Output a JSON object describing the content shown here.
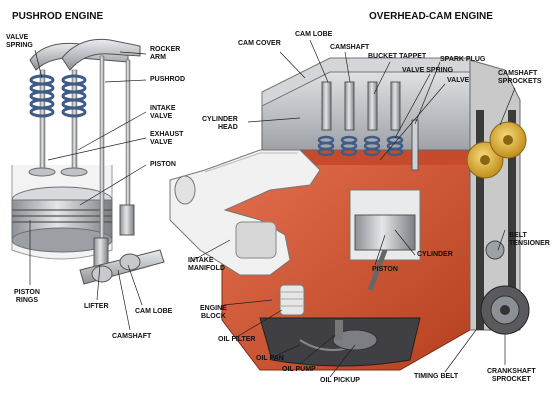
{
  "titles": {
    "left": "PUSHROD ENGINE",
    "right": "OVERHEAD-CAM ENGINE"
  },
  "pushrod_labels": {
    "valve_spring": "VALVE\nSPRING",
    "rocker_arm": "ROCKER\nARM",
    "pushrod": "PUSHROD",
    "intake_valve": "INTAKE\nVALVE",
    "exhaust_valve": "EXHAUST\nVALVE",
    "piston": "PISTON",
    "piston_rings": "PISTON\nRINGS",
    "lifter": "LIFTER",
    "cam_lobe": "CAM LOBE",
    "camshaft": "CAMSHAFT"
  },
  "ohc_labels": {
    "cam_cover": "CAM COVER",
    "cam_lobe": "CAM LOBE",
    "camshaft": "CAMSHAFT",
    "bucket_tappet": "BUCKET TAPPET",
    "spark_plug": "SPARK PLUG",
    "valve_spring": "VALVE SPRING",
    "valve": "VALVE",
    "camshaft_sprockets": "CAMSHAFT\nSPROCKETS",
    "cylinder_head": "CYLINDER\nHEAD",
    "cylinder": "CYLINDER",
    "belt_tensioner": "BELT\nTENSIONER",
    "intake_manifold": "INTAKE\nMANIFOLD",
    "piston": "PISTON",
    "engine_block": "ENGINE\nBLOCK",
    "oil_filter": "OIL FILTER",
    "oil_pan": "OIL PAN",
    "oil_pump": "OIL PUMP",
    "oil_pickup": "OIL PICKUP",
    "timing_belt": "TIMING BELT",
    "crankshaft_sprocket": "CRANKSHAFT\nSPROCKET"
  },
  "colors": {
    "block_red": "#d9573a",
    "block_red_dark": "#b03a22",
    "metal_grey": "#b9bcc0",
    "metal_dark": "#6d7075",
    "spring_blue": "#3f5c86",
    "sprocket_gold": "#e0b23a",
    "belt_dark": "#3a3a3a",
    "manifold_white": "#eeeeee"
  }
}
